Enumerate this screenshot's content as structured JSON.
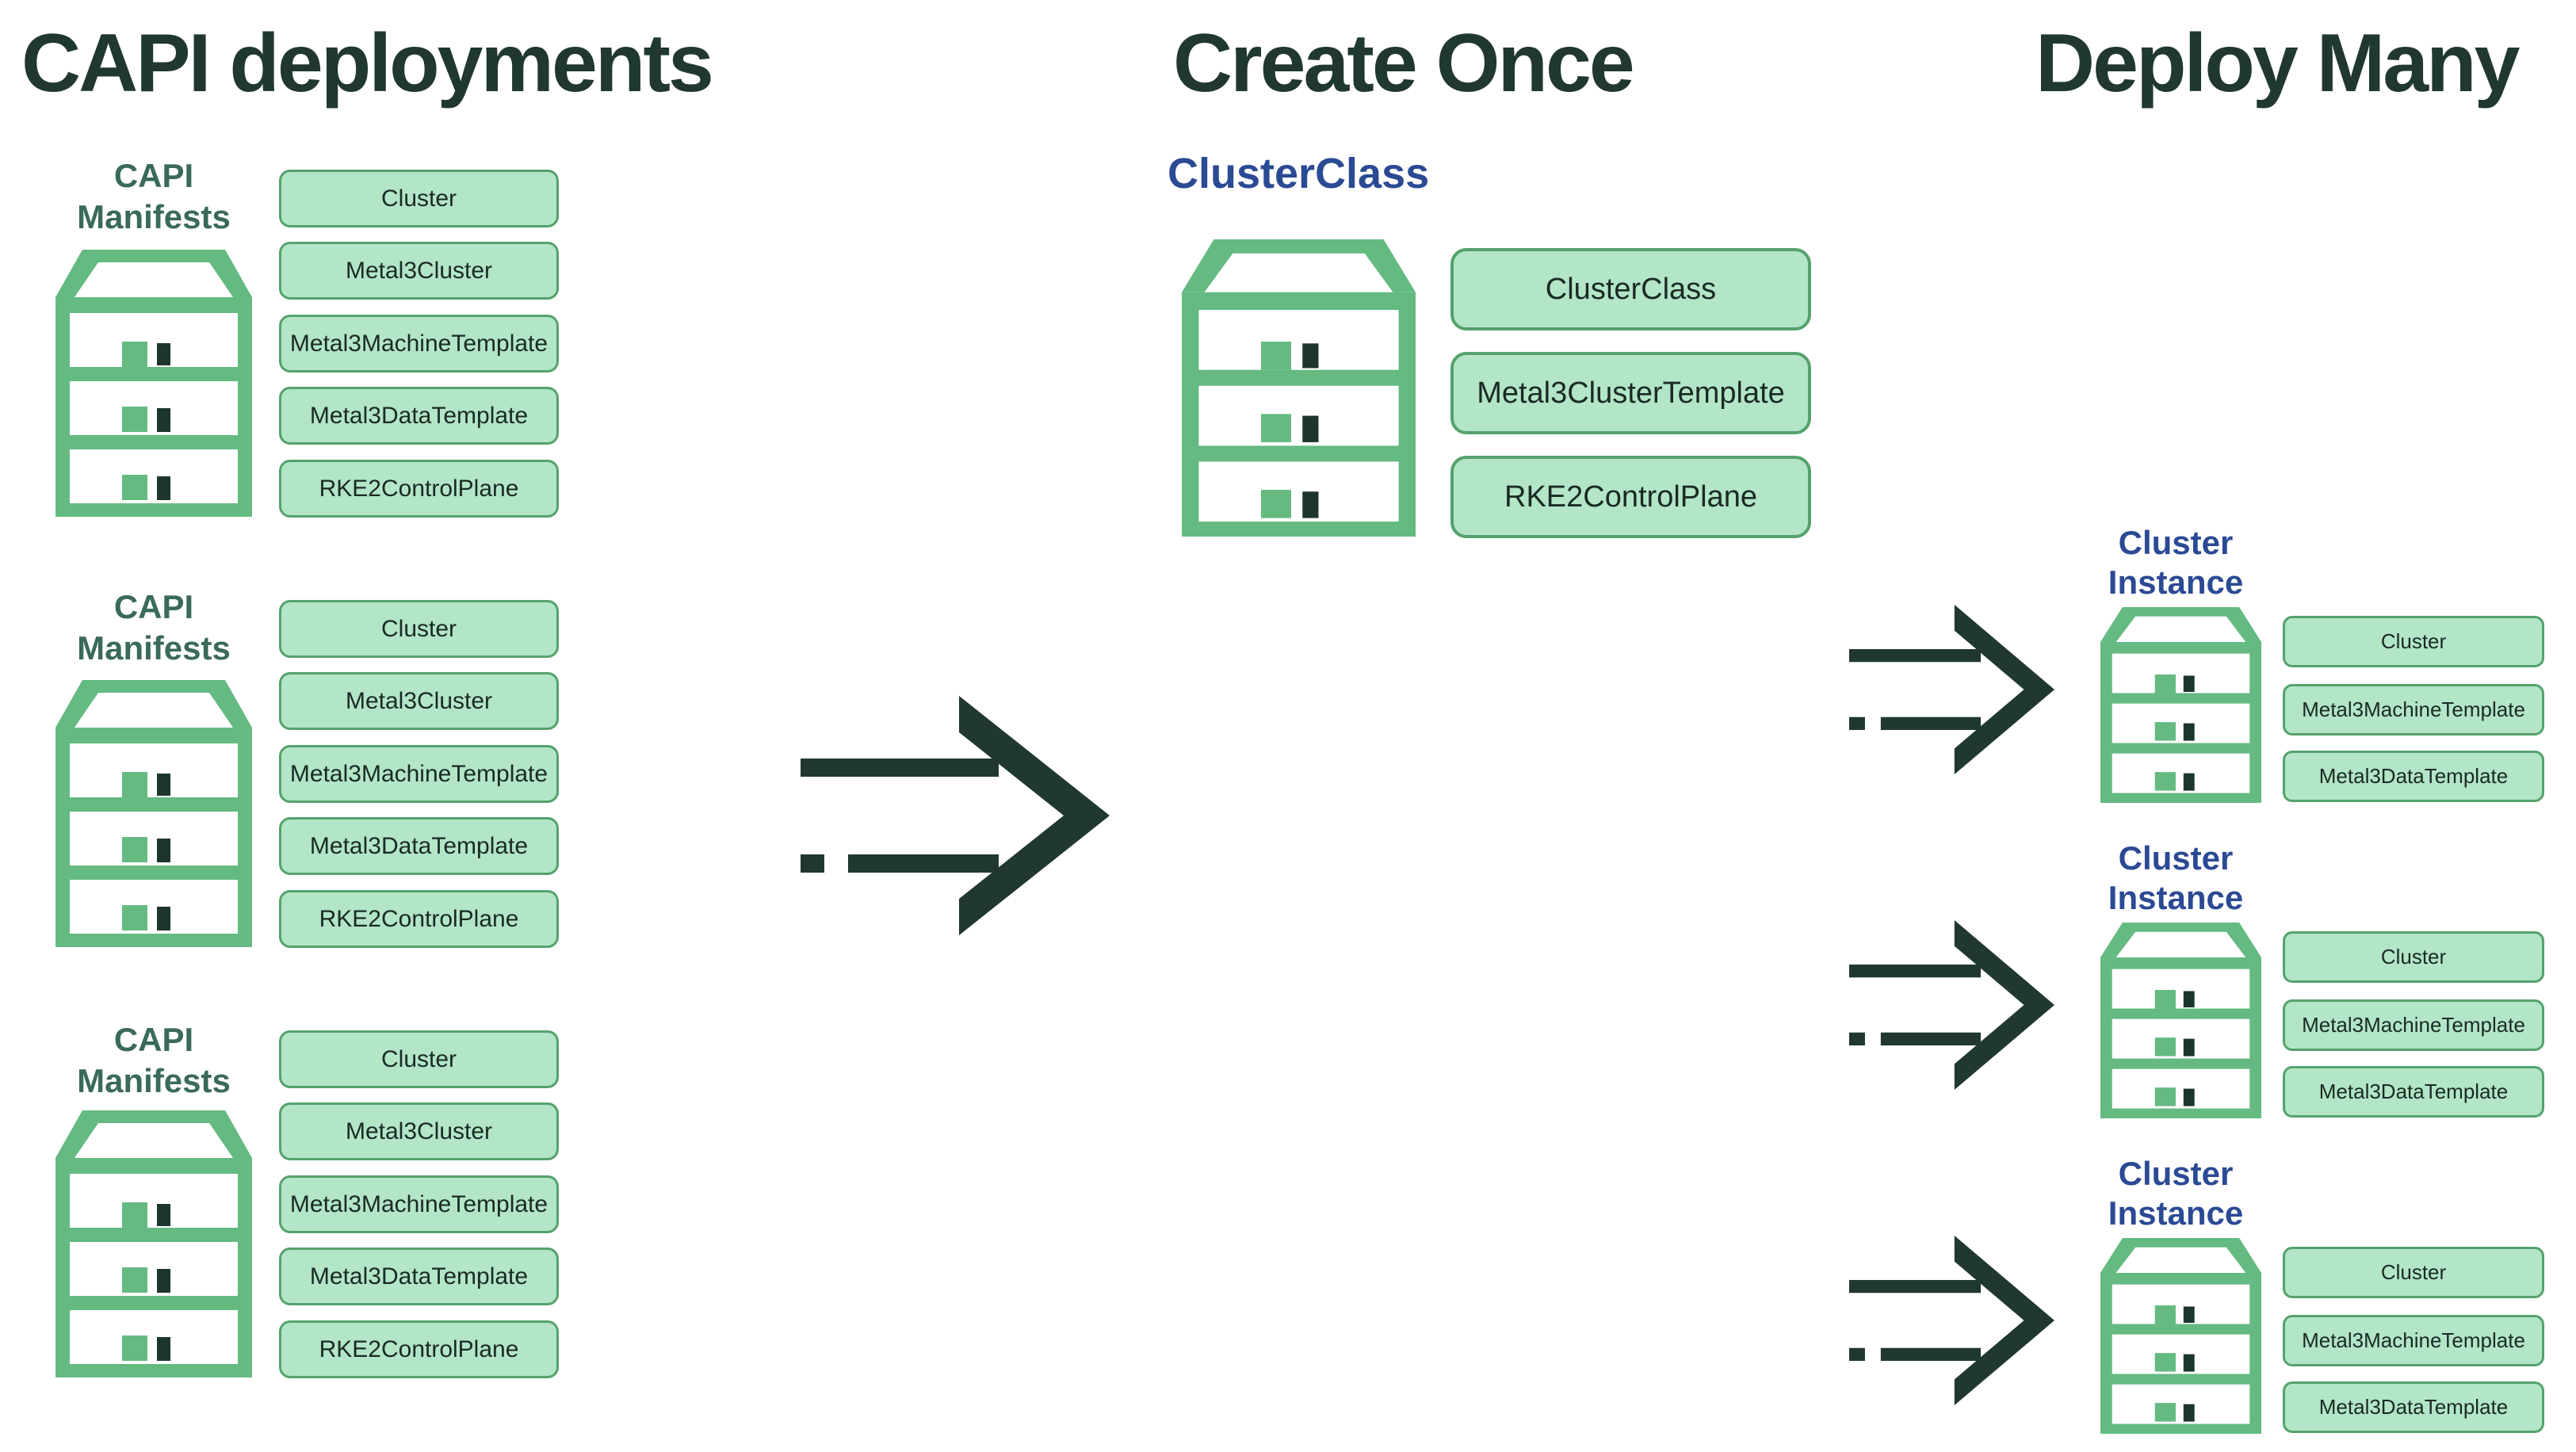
{
  "headings": {
    "left": "CAPI deployments",
    "middle": "Create Once",
    "right": "Deploy Many"
  },
  "cluster_class": {
    "title": "ClusterClass",
    "pills": [
      "ClusterClass",
      "Metal3ClusterTemplate",
      "RKE2ControlPlane"
    ]
  },
  "manifest_groups": [
    {
      "label": [
        "CAPI",
        "Manifests"
      ],
      "pills": [
        "Cluster",
        "Metal3Cluster",
        "Metal3MachineTemplate",
        "Metal3DataTemplate",
        "RKE2ControlPlane"
      ]
    },
    {
      "label": [
        "CAPI",
        "Manifests"
      ],
      "pills": [
        "Cluster",
        "Metal3Cluster",
        "Metal3MachineTemplate",
        "Metal3DataTemplate",
        "RKE2ControlPlane"
      ]
    },
    {
      "label": [
        "CAPI",
        "Manifests"
      ],
      "pills": [
        "Cluster",
        "Metal3Cluster",
        "Metal3MachineTemplate",
        "Metal3DataTemplate",
        "RKE2ControlPlane"
      ]
    }
  ],
  "instances": [
    {
      "label": [
        "Cluster",
        "Instance"
      ],
      "pills": [
        "Cluster",
        "Metal3MachineTemplate",
        "Metal3DataTemplate"
      ]
    },
    {
      "label": [
        "Cluster",
        "Instance"
      ],
      "pills": [
        "Cluster",
        "Metal3MachineTemplate",
        "Metal3DataTemplate"
      ]
    },
    {
      "label": [
        "Cluster",
        "Instance"
      ],
      "pills": [
        "Cluster",
        "Metal3MachineTemplate",
        "Metal3DataTemplate"
      ]
    }
  ],
  "icons": {
    "server": "server-rack-icon",
    "arrow": "dashed-right-arrow-icon"
  },
  "colors": {
    "heading": "#20382f",
    "group_label_green": "#3a6a58",
    "instance_label_blue": "#2b4a94",
    "pill_fill": "#b3e5c7",
    "pill_border": "#55a26c",
    "server_green": "#64ba81",
    "server_dark": "#1c352d",
    "arrow_dark": "#203830",
    "background": "#ffffff"
  }
}
